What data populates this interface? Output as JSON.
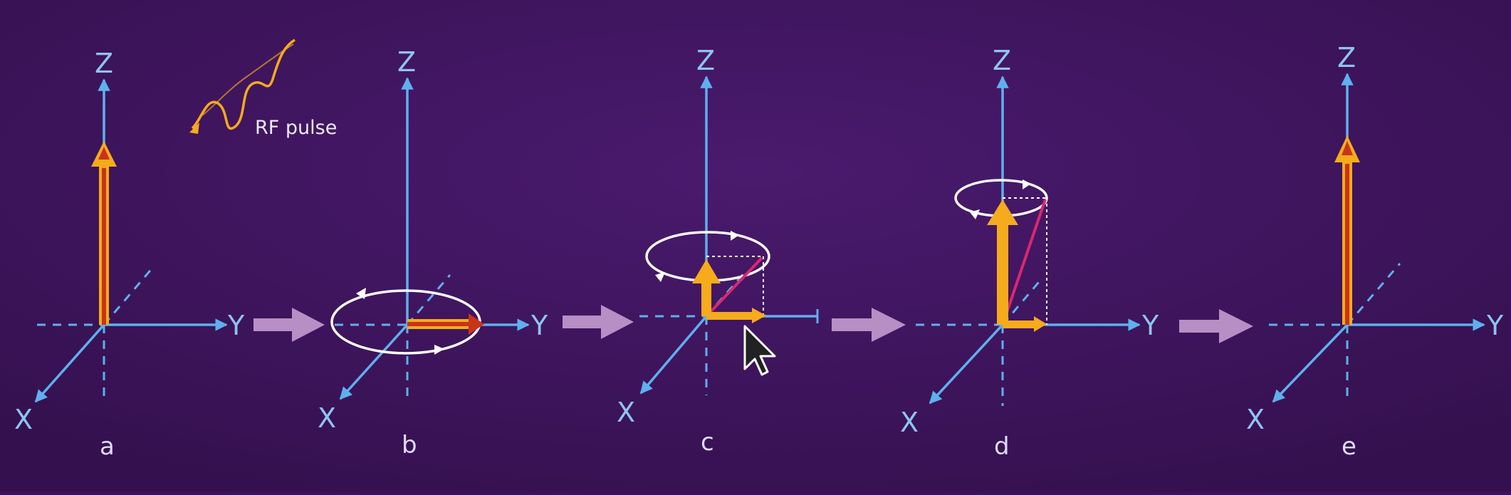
{
  "axes": {
    "z": "Z",
    "y": "Y",
    "x": "X"
  },
  "panels": [
    {
      "label": "a"
    },
    {
      "label": "b"
    },
    {
      "label": "c"
    },
    {
      "label": "d"
    },
    {
      "label": "e"
    }
  ],
  "rf_pulse": {
    "label": "RF pulse"
  },
  "colors": {
    "background": "#3b1258",
    "axis": "#5fb0ee",
    "vector": "#f5ab1c",
    "vector_core": "#c8341a",
    "tilted_vector": "#d92870",
    "arrow_between": "#b78fc4",
    "precession": "#ffffff",
    "label": "#dcdcf2"
  }
}
